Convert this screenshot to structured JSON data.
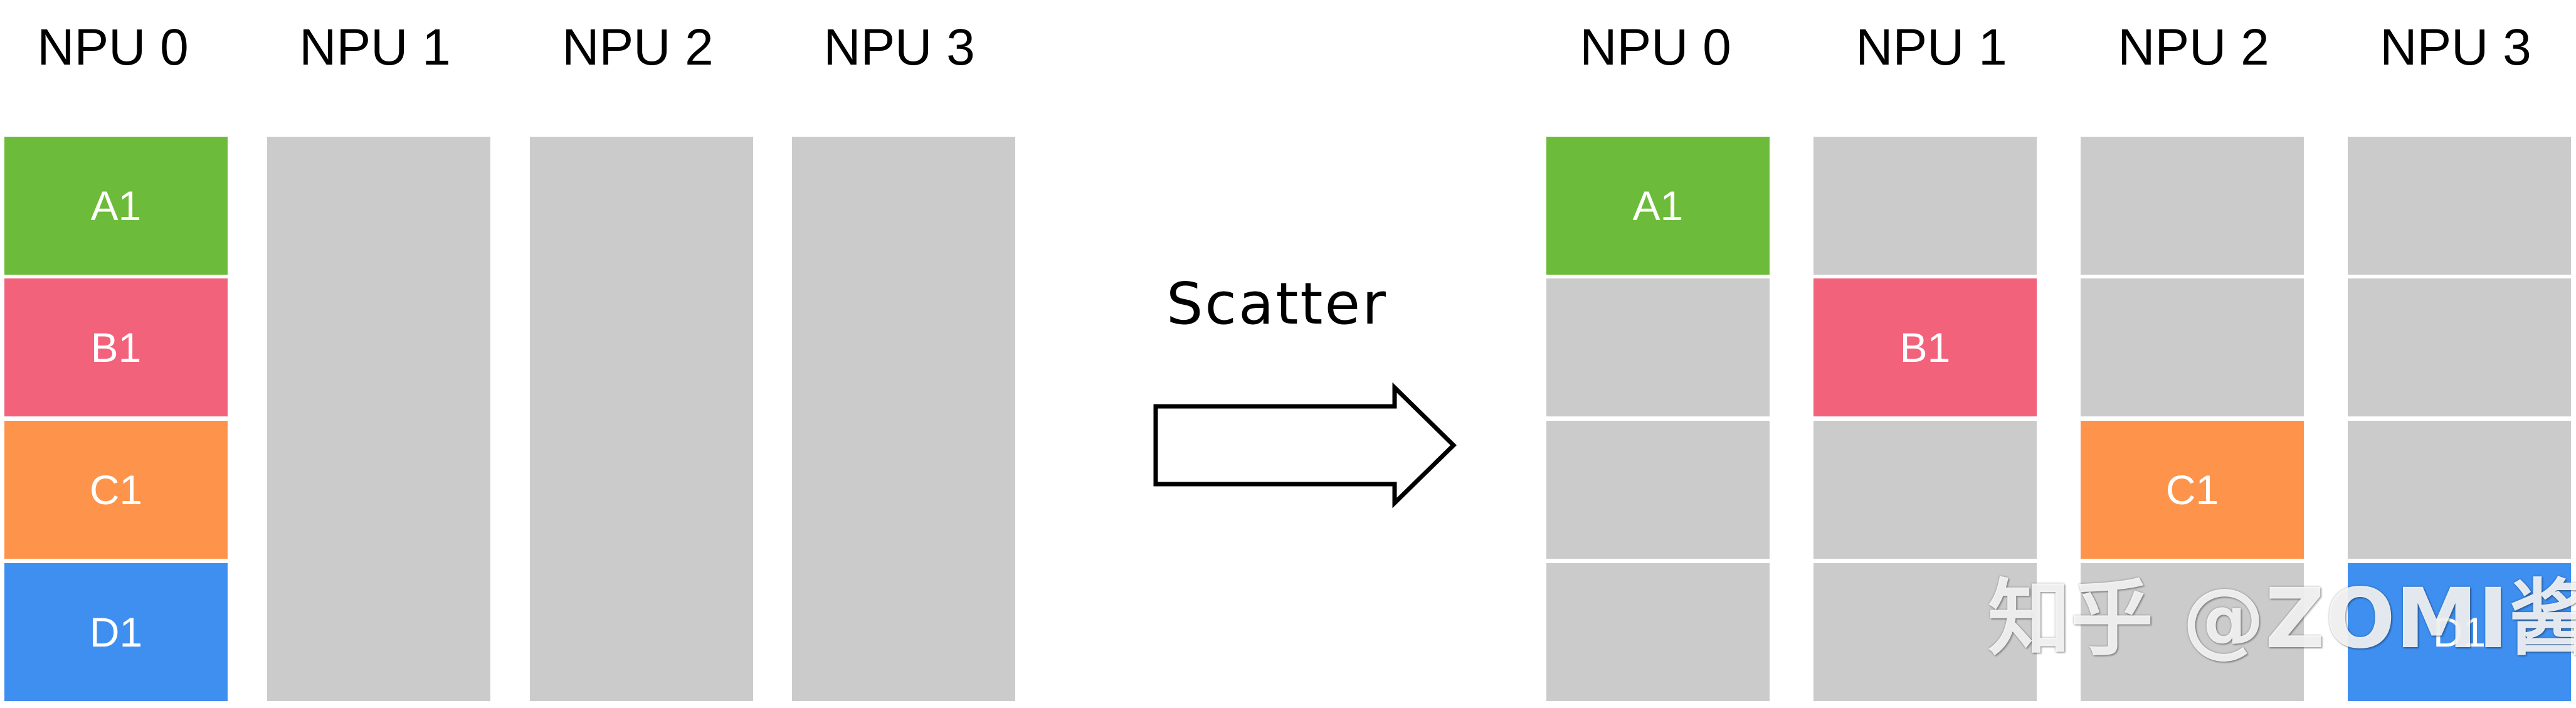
{
  "operation": {
    "label": "Scatter"
  },
  "colors": {
    "a": "#6cbb3a",
    "b": "#f2627b",
    "c": "#fe944b",
    "d": "#3e8ff0",
    "empty": "#cbcbcb"
  },
  "before": {
    "npus": [
      {
        "label": "NPU 0",
        "cells": [
          {
            "label": "A1",
            "color": "#6cbb3a"
          },
          {
            "label": "B1",
            "color": "#f2627b"
          },
          {
            "label": "C1",
            "color": "#fe944b"
          },
          {
            "label": "D1",
            "color": "#3e8ff0"
          }
        ]
      },
      {
        "label": "NPU 1",
        "cells": []
      },
      {
        "label": "NPU 2",
        "cells": []
      },
      {
        "label": "NPU 3",
        "cells": []
      }
    ]
  },
  "after": {
    "npus": [
      {
        "label": "NPU 0",
        "cells": [
          {
            "label": "A1",
            "color": "#6cbb3a"
          },
          {
            "label": "",
            "color": "#cbcbcb"
          },
          {
            "label": "",
            "color": "#cbcbcb"
          },
          {
            "label": "",
            "color": "#cbcbcb"
          }
        ]
      },
      {
        "label": "NPU 1",
        "cells": [
          {
            "label": "",
            "color": "#cbcbcb"
          },
          {
            "label": "B1",
            "color": "#f2627b"
          },
          {
            "label": "",
            "color": "#cbcbcb"
          },
          {
            "label": "",
            "color": "#cbcbcb"
          }
        ]
      },
      {
        "label": "NPU 2",
        "cells": [
          {
            "label": "",
            "color": "#cbcbcb"
          },
          {
            "label": "",
            "color": "#cbcbcb"
          },
          {
            "label": "C1",
            "color": "#fe944b"
          },
          {
            "label": "",
            "color": "#cbcbcb"
          }
        ]
      },
      {
        "label": "NPU 3",
        "cells": [
          {
            "label": "",
            "color": "#cbcbcb"
          },
          {
            "label": "",
            "color": "#cbcbcb"
          },
          {
            "label": "",
            "color": "#cbcbcb"
          },
          {
            "label": "D1",
            "color": "#3e8ff0"
          }
        ]
      }
    ]
  },
  "watermark": {
    "text": "知乎 @ZOMI酱"
  }
}
